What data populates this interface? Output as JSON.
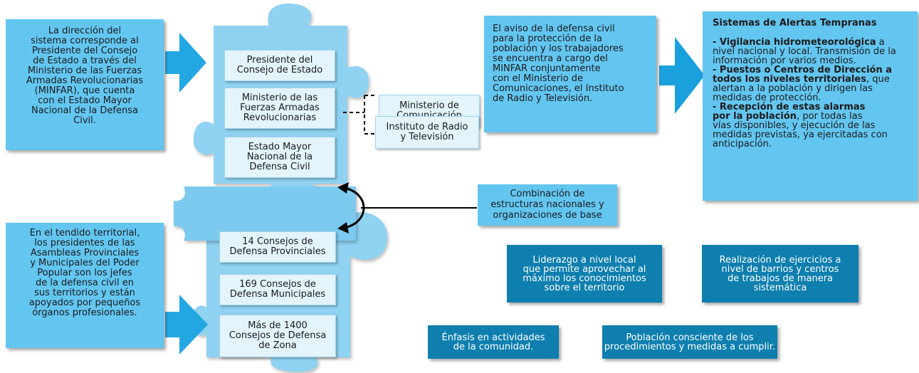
{
  "left_top_box": "La dirección del\nsistema corresponde al\nPresidente del Consejo\nde Estado a través del\nMinisterio de las Fuerzas\nArmadas Revolucionarias\n(MINFAR), que cuenta\ncon el Estado Mayor\nNacional de la Defensa\nCivil.",
  "left_bottom_box": "En el tendido territorial,\nlos presidentes de las\nAsambleas Provinciales\ny Municipales del Poder\nPopular son los jefes\nde la defensa civil en\nsus territorios y están\napoyados por pequeños\nórganos profesionales.",
  "national": {
    "president": "Presidente del\nConsejo de Estado",
    "minfar": "Ministerio de las\nFuerzas Armadas\nRevolucionarias",
    "staff": "Estado Mayor\nNacional de la\nDefensa Civil"
  },
  "local": {
    "provincial": "14 Consejos de\nDefensa Provinciales",
    "municipal": "169 Consejos de\nDefensa Municipales",
    "zone": "Más de 1400\nConsejos de Defensa\nde Zona"
  },
  "ministry_communication": "Ministerio de\nComunicación",
  "radio_tv_institute": "Instituto de Radio\ny Televisión",
  "civil_defense_notice": "El aviso de la defensa civil\npara la protección de la\npoblación y los trabajadores\nse encuentra a cargo del\nMINFAR conjuntamente\ncon el Ministerio de\nComunicaciones, el Instituto\nde Radio y Televisión.",
  "alerts": {
    "title": "Sistemas de Alertas Tempranas",
    "item1_bold": "- Vigilancia hidrometeorológica",
    "item1_text": "  a\nnivel nacional y local. Transmisión de la\ninformación por varios medios.",
    "item2_bold": "- Puestos o Centros de Dirección a\ntodos los niveles territoriales",
    "item2_text": ", que\nalertan a la población y dirigen las\nmedidas de protección.",
    "item3_bold": "- Recepción de estas alarmas\npor la población",
    "item3_text": ", por todas las\nvías disponibles, y ejecución de las\nmedidas previstas, ya ejercitadas con\nanticipación."
  },
  "combination": "Combinación de\nestructuras nacionales y\norganizaciones de base",
  "features": {
    "local_leadership": "Liderazgo a nivel local\nque permite aprovechar al\nmáximo los conocimientos\nsobre el territorio",
    "exercises": "Realización de ejercicios a\nnivel de barrios y centros\nde trabajos de manera\nsistemática",
    "community": "Énfasis en actividades\nde la comunidad.",
    "aware_population": "Población consciente de los\nprocedimientos y medidas a cumplir."
  },
  "colors": {
    "light_blue": "#63c6f1",
    "dark_blue": "#0e7fae",
    "puzzle_blue": "#8fd2f1",
    "arrow_blue": "#23a7e2",
    "pale_box": "#e3f4fc"
  }
}
